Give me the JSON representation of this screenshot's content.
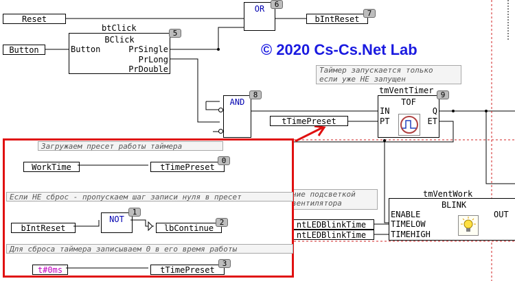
{
  "watermark": "© 2020 Cs-Cs.Net Lab",
  "blocks": {
    "or6": {
      "type": "OR",
      "num": "6"
    },
    "btclick5": {
      "instance": "btClick",
      "type": "BClick",
      "num": "5",
      "in_button": "Button",
      "out_single": "PrSingle",
      "out_long": "PrLong",
      "out_double": "PrDouble"
    },
    "and8": {
      "type": "AND",
      "num": "8"
    },
    "tof9": {
      "instance": "tmVentTimer",
      "type": "TOF",
      "num": "9",
      "in": "IN",
      "pt": "PT",
      "q": "Q",
      "et": "ET",
      "icon": "timer-waveform-icon"
    },
    "blink": {
      "instance": "tmVentWork",
      "type": "BLINK",
      "enable": "ENABLE",
      "timelow": "TIMELOW",
      "timehigh": "TIMEHIGH",
      "out": "OUT",
      "icon": "lightbulb-icon"
    },
    "not1": {
      "type": "NOT",
      "num": "1"
    }
  },
  "vars": {
    "reset": "Reset",
    "button": "Button",
    "bintreset7": {
      "label": "bIntReset",
      "num": "7"
    },
    "ttimepreset_main": "tTimePreset",
    "worktime": "WorkTime",
    "ttimepreset0": {
      "label": "tTimePreset",
      "num": "0"
    },
    "bintreset_in": "bIntReset",
    "lbcontinue2": {
      "label": "lbContinue",
      "num": "2"
    },
    "t0ms": "t#0ms",
    "ttimepreset3": {
      "label": "tTimePreset",
      "num": "3"
    },
    "ledblink_low": "ntLEDBlinkTime",
    "ledblink_high": "ntLEDBlinkTime"
  },
  "comments": {
    "timer_start": [
      "Таймер запускается только",
      "если уже НЕ запущен"
    ],
    "load_preset": "Загружаем пресет работы таймера",
    "no_reset": "Если НЕ сброс - пропускаем шаг записи нуля в пресет",
    "reset_zero": "Для сброса таймера записываем 0 в его время работы",
    "ventilator": [
      "ние подсветкой",
      "вентилятора"
    ]
  },
  "colors": {
    "highlight_frame": "#e01010",
    "watermark": "#1a1ae0",
    "constant": "#c000c0",
    "block_type": "#0000b0"
  }
}
